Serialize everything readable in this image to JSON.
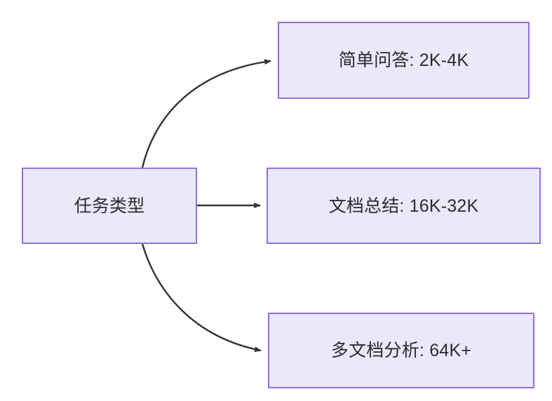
{
  "diagram": {
    "type": "flowchart",
    "direction": "left-to-right",
    "title": "任务类型",
    "colors": {
      "node_fill": "#eae8fb",
      "node_border": "#9370db",
      "node_text": "#2b2b2b",
      "edge_stroke": "#333333",
      "background": "#ffffff"
    },
    "root": {
      "id": "root",
      "label": "任务类型"
    },
    "nodes": [
      {
        "id": "simple-qa",
        "label": "简单问答: 2K-4K",
        "task": "简单问答",
        "token_range": "2K-4K"
      },
      {
        "id": "doc-summary",
        "label": "文档总结: 16K-32K",
        "task": "文档总结",
        "token_range": "16K-32K"
      },
      {
        "id": "multi-doc",
        "label": "多文档分析: 64K+",
        "task": "多文档分析",
        "token_range": "64K+"
      }
    ],
    "edges": [
      {
        "id": "edge-root-simple-qa",
        "from": "root",
        "to": "simple-qa",
        "style": "curved",
        "arrow": "filled-triangle",
        "label": ""
      },
      {
        "id": "edge-root-doc-summary",
        "from": "root",
        "to": "doc-summary",
        "style": "straight",
        "arrow": "filled-triangle",
        "label": ""
      },
      {
        "id": "edge-root-multi-doc",
        "from": "root",
        "to": "multi-doc",
        "style": "curved",
        "arrow": "filled-triangle",
        "label": ""
      }
    ]
  }
}
